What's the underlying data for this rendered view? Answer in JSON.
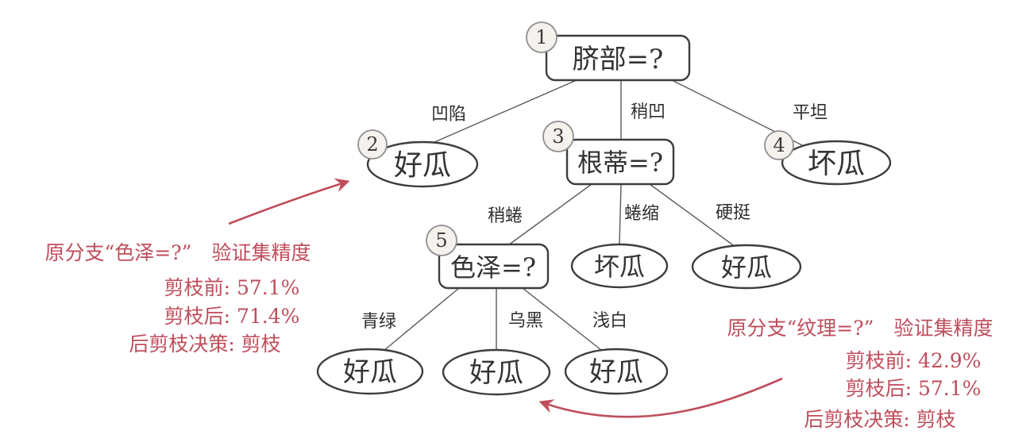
{
  "colors": {
    "accent": "#bf4d5b",
    "line": "#3d3d3d",
    "badge_fill": "#f5f2ee",
    "badge_border": "#8f8f8f",
    "ink": "#333333"
  },
  "nodes": {
    "n1": {
      "badge": "1",
      "label": "脐部=?"
    },
    "n2": {
      "badge": "2",
      "label": "好瓜"
    },
    "n3": {
      "badge": "3",
      "label": "根蒂=?"
    },
    "n4": {
      "badge": "4",
      "label": "坏瓜"
    },
    "n5": {
      "badge": "5",
      "label": "色泽=?"
    },
    "leaf_curled": {
      "label": "坏瓜"
    },
    "leaf_stiff": {
      "label": "好瓜"
    },
    "leaf_green": {
      "label": "好瓜"
    },
    "leaf_dark": {
      "label": "好瓜"
    },
    "leaf_pale": {
      "label": "好瓜"
    }
  },
  "branches": {
    "sunken": "凹陷",
    "slightly_sunken": "稍凹",
    "flat": "平坦",
    "slightly_curled": "稍蜷",
    "curled": "蜷缩",
    "stiff": "硬挺",
    "green": "青绿",
    "dark": "乌黑",
    "pale": "浅白"
  },
  "annotations": {
    "left": {
      "title": "原分支“色泽=?”　验证集精度",
      "before": "剪枝前: 57.1%",
      "after": "剪枝后: 71.4%",
      "decision": "后剪枝决策: 剪枝"
    },
    "right": {
      "title": "原分支“纹理=?”　验证集精度",
      "before": "剪枝前: 42.9%",
      "after": "剪枝后: 57.1%",
      "decision": "后剪枝决策: 剪枝"
    }
  }
}
